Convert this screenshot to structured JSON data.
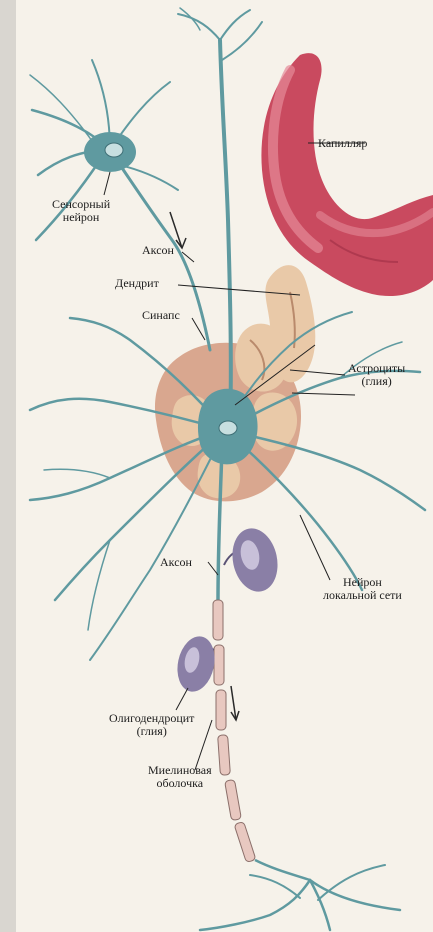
{
  "labels": {
    "capillary": "Капилляр",
    "sensory_neuron_line1": "Сенсорный",
    "sensory_neuron_line2": "нейрон",
    "axon_upper": "Аксон",
    "dendrite": "Дендрит",
    "synapse": "Синапс",
    "astrocytes_line1": "Астроциты",
    "astrocytes_line2": "(глия)",
    "axon_lower": "Аксон",
    "local_neuron_line1": "Нейрон",
    "local_neuron_line2": "локальной сети",
    "oligodendrocyte_line1": "Олигодендроцит",
    "oligodendrocyte_line2": "(глия)",
    "myelin_line1": "Миелиновая",
    "myelin_line2": "оболочка"
  },
  "colors": {
    "neuron": "#5f9aa0",
    "neuron_dark": "#3f6f76",
    "capillary": "#c94a5f",
    "capillary_light": "#e58a98",
    "astrocyte": "#e9c9a8",
    "astrocyte_shade": "#d49a7f",
    "oligodendrocyte": "#8a7fa6",
    "myelin": "#e8c8c0",
    "leader_line": "#222222",
    "background": "#f6f2ea"
  }
}
